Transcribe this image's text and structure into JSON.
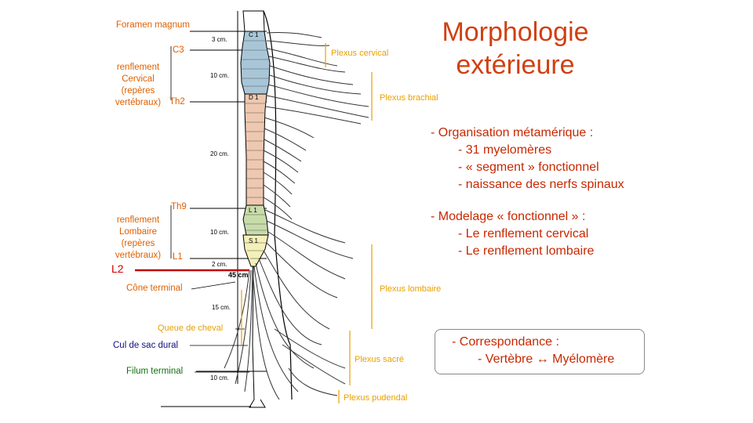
{
  "title": [
    "Morphologie",
    "extérieure"
  ],
  "labels_left": {
    "foramen": "Foramen magnum",
    "c3": "C3",
    "cervical_block": [
      "renflement",
      "Cervical",
      "(repères",
      "vertébraux)"
    ],
    "th2": "Th2",
    "th9": "Th9",
    "lumbar_block": [
      "renflement",
      "Lombaire",
      "(repères",
      "vertébraux)"
    ],
    "l1": "L1",
    "l2": "L2",
    "cone": "Cône terminal",
    "queue": "Queue de cheval",
    "cul": "Cul de sac dural",
    "filum": "Filum terminal"
  },
  "labels_right": {
    "cervical": "Plexus cervical",
    "brachial": "Plexus brachial",
    "lombaire": "Plexus lombaire",
    "sacre": "Plexus sacré",
    "pudendal": "Plexus pudendal"
  },
  "diagram_text": {
    "seg_c1": "C 1",
    "seg_d1": "D 1",
    "seg_l1": "L 1",
    "seg_s1": "S 1",
    "len_3": "3 cm.",
    "len_10a": "10 cm.",
    "len_20": "20 cm.",
    "len_10b": "10 cm.",
    "len_2": "2 cm.",
    "len_45": "45 cm",
    "len_15": "15 cm.",
    "len_10c": "10 cm."
  },
  "bullets": {
    "org": "- Organisation métamérique  :",
    "org_items": [
      "- 31 myelomères",
      "- « segment » fonctionnel",
      "- naissance des nerfs spinaux"
    ],
    "mod": "- Modelage « fonctionnel »  :",
    "mod_items": [
      "- Le renflement cervical",
      "- Le renflement lombaire"
    ]
  },
  "correspondance": {
    "head": "- Correspondance :",
    "item": "- Vertèbre ↔ Myélomère"
  },
  "colors": {
    "cervical_seg": "#a8c6d8",
    "thoracic_seg": "#eec8b0",
    "lumbar_seg": "#c8dcaa",
    "sacral_seg": "#f4f0b8",
    "title": "#d04010",
    "l2_line": "#c00000"
  }
}
